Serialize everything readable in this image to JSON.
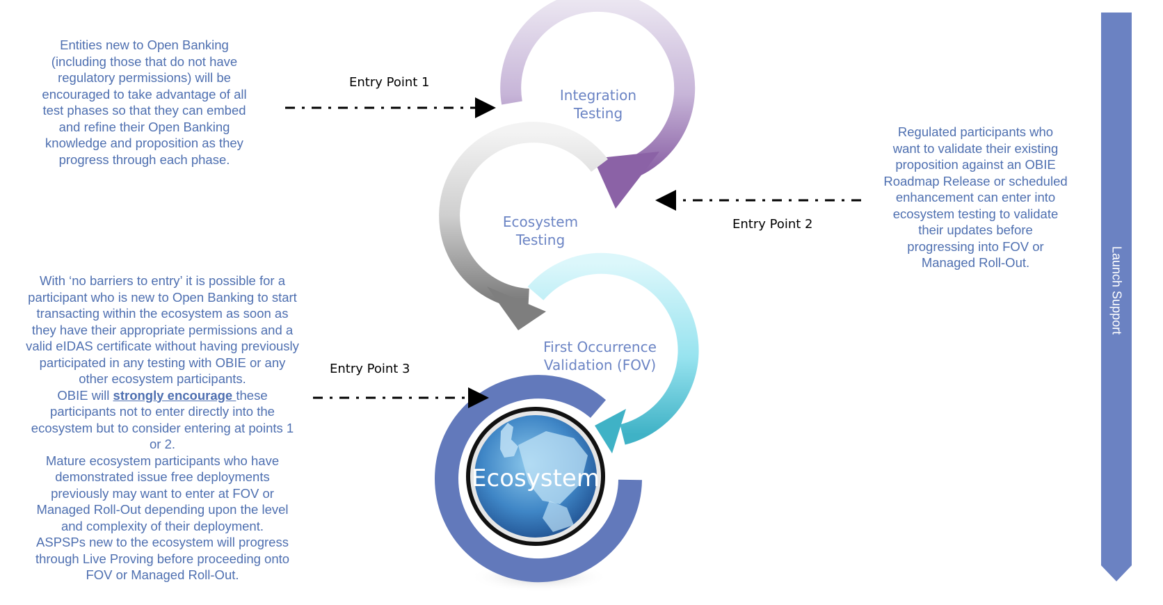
{
  "notes": {
    "top_left": "Entities new to Open Banking (including those that do not have regulatory permissions) will be encouraged to take advantage of all test phases so that they can embed and refine their Open Banking knowledge and proposition as they progress through each phase.",
    "right": "Regulated participants who want to validate their existing proposition against an OBIE Roadmap Release or scheduled enhancement can enter into ecosystem testing to validate their updates before progressing into FOV or Managed Roll-Out.",
    "bottom_left": {
      "p1": "With ‘no barriers to entry’ it is possible for a participant who is new to Open Banking to start transacting within the ecosystem as soon as they have their appropriate permissions and a valid eIDAS certificate without having previously participated in any testing with OBIE or any other ecosystem participants.",
      "p2_pre": "OBIE will ",
      "p2_strong": "strongly encourage ",
      "p2_post": " these participants not to enter directly into the ecosystem but to consider entering at points 1 or 2.",
      "p3": "Mature ecosystem participants who have demonstrated issue free deployments previously may want to enter at FOV or Managed Roll-Out depending upon the level and complexity of their deployment.",
      "p4": "ASPSPs new to the ecosystem will progress through Live Proving before proceeding onto FOV or Managed Roll-Out."
    }
  },
  "entry_points": {
    "ep1": "Entry Point 1",
    "ep2": "Entry Point 2",
    "ep3": "Entry Point 3"
  },
  "stages": {
    "integration": {
      "line1": "Integration",
      "line2": "Testing"
    },
    "ecosystem_testing": {
      "line1": "Ecosystem",
      "line2": "Testing"
    },
    "fov": {
      "line1": "First Occurrence",
      "line2": "Validation (FOV)"
    },
    "ecosystem": "Ecosystem"
  },
  "launch_support": "Launch Support",
  "colors": {
    "text_blue": "#4e6fb0",
    "label_blue": "#6b84c4",
    "bar": "#6b82c2",
    "integration_arrow": "#9c7bb5",
    "ecosystem_arrow": "#8f8f8f",
    "fov_arrow": "#49b8cc",
    "ecosystem_ring": "#5f74b8"
  },
  "icons": {
    "globe": "europe-globe-icon",
    "arrows": "dash-dot-arrow"
  }
}
